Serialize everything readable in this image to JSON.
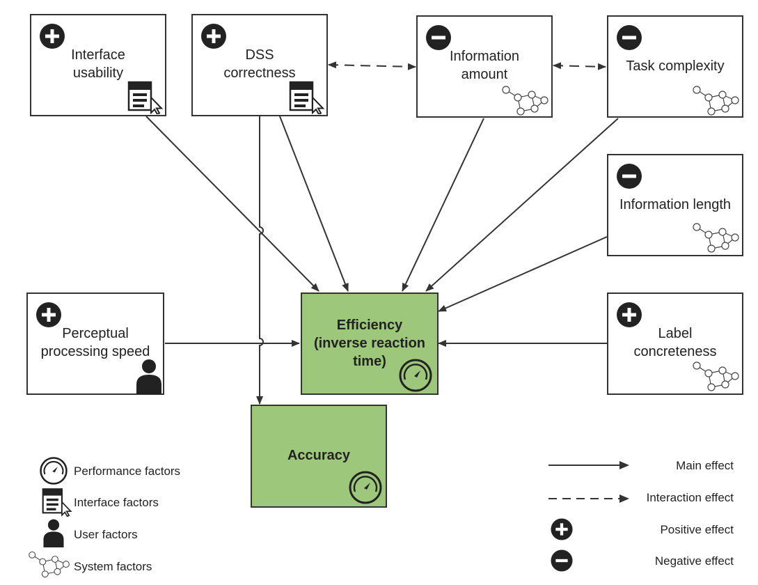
{
  "factors": {
    "interface_usability": {
      "label_lines": [
        "Interface",
        "usability"
      ],
      "effect": "positive",
      "category": "interface"
    },
    "dss_correctness": {
      "label_lines": [
        "DSS",
        "correctness"
      ],
      "effect": "positive",
      "category": "interface"
    },
    "information_amount": {
      "label_lines": [
        "Information",
        "amount"
      ],
      "effect": "negative",
      "category": "system"
    },
    "task_complexity": {
      "label_lines": [
        "Task complexity"
      ],
      "effect": "negative",
      "category": "system"
    },
    "information_length": {
      "label_lines": [
        "Information length"
      ],
      "effect": "negative",
      "category": "system"
    },
    "perceptual_processing_speed": {
      "label_lines": [
        "Perceptual",
        "processing speed"
      ],
      "effect": "positive",
      "category": "user"
    },
    "label_concreteness": {
      "label_lines": [
        "Label",
        "concreteness"
      ],
      "effect": "positive",
      "category": "system"
    }
  },
  "outcomes": {
    "efficiency": {
      "label_lines": [
        "Efficiency",
        "(inverse reaction",
        "time)"
      ],
      "category": "performance"
    },
    "accuracy": {
      "label_lines": [
        "Accuracy"
      ],
      "category": "performance"
    }
  },
  "relations": {
    "main_effects": [
      [
        "interface_usability",
        "efficiency"
      ],
      [
        "dss_correctness",
        "efficiency"
      ],
      [
        "dss_correctness",
        "accuracy"
      ],
      [
        "information_amount",
        "efficiency"
      ],
      [
        "task_complexity",
        "efficiency"
      ],
      [
        "information_length",
        "efficiency"
      ],
      [
        "perceptual_processing_speed",
        "efficiency"
      ],
      [
        "label_concreteness",
        "efficiency"
      ]
    ],
    "interaction_effects": [
      [
        "dss_correctness",
        "information_amount"
      ],
      [
        "information_amount",
        "task_complexity"
      ]
    ]
  },
  "legend": {
    "categories": [
      {
        "icon": "gauge-icon",
        "label": "Performance factors"
      },
      {
        "icon": "form-cursor-icon",
        "label": "Interface factors"
      },
      {
        "icon": "person-icon",
        "label": "User factors"
      },
      {
        "icon": "network-graph-icon",
        "label": "System factors"
      }
    ],
    "effects": [
      {
        "icon": "solid-arrow",
        "label": "Main effect"
      },
      {
        "icon": "dashed-arrow",
        "label": "Interaction effect"
      },
      {
        "icon": "plus-icon",
        "label": "Positive effect"
      },
      {
        "icon": "minus-icon",
        "label": "Negative effect"
      }
    ]
  },
  "colors": {
    "outcome_fill": "#9dc77b",
    "line": "#333333",
    "icon_dark": "#222222"
  }
}
